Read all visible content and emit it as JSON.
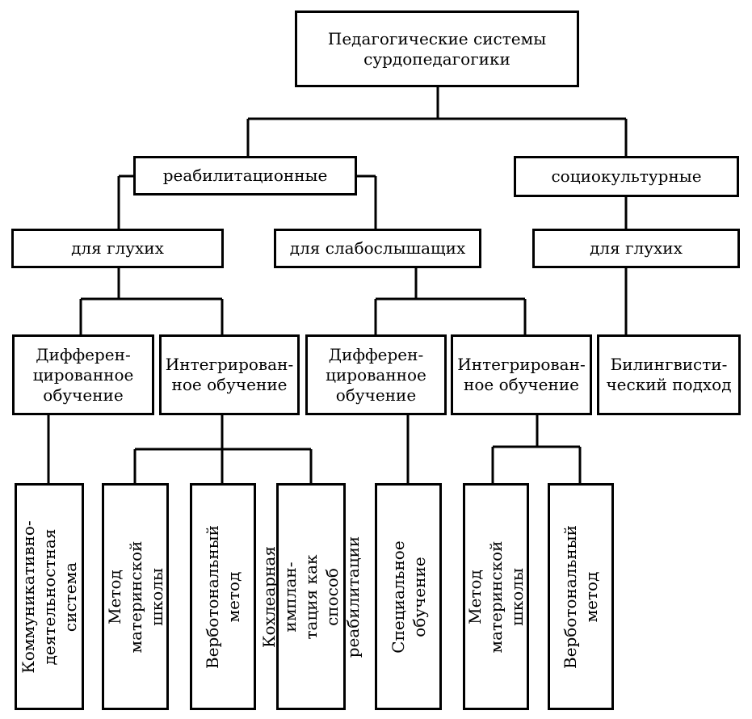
{
  "diagram": {
    "root": "Педагогические системы\nсурдопедагогики",
    "branch_rehab": "реабилитационные",
    "branch_socio": "социокультурные",
    "rehab_deaf": "для глухих",
    "rehab_hoh": "для слабослышащих",
    "socio_deaf": "для глухих",
    "rehab_deaf_diff": "Дифферен-\nцированное\nобучение",
    "rehab_deaf_integr": "Интегрирован-\nное обучение",
    "rehab_hoh_diff": "Дифферен-\nцированное\nобучение",
    "rehab_hoh_integr": "Интегрирован-\nное обучение",
    "socio_bilingual": "Билингвисти-\nческий подход",
    "leaf_communicative": "Коммуникативно-\nдеятельностная система",
    "leaf_maternal_1": "Метод\nматеринской школы",
    "leaf_verbotonal_1": "Верботональный\nметод",
    "leaf_cochlear": "Кохлеарная имплан-\nтация как способ\nреабилитации",
    "leaf_special": "Специальное\nобучение",
    "leaf_maternal_2": "Метод\nматеринской школы",
    "leaf_verbotonal_2": "Верботональный\nметод"
  }
}
